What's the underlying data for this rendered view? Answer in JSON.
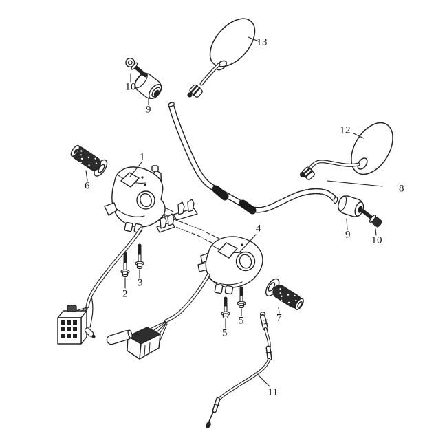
{
  "page": {
    "background": "#ffffff"
  },
  "diagram": {
    "line_color": "#222222",
    "dark_fill": "#2b2b2b",
    "callouts": [
      {
        "label": "1"
      },
      {
        "label": "2"
      },
      {
        "label": "3"
      },
      {
        "label": "4"
      },
      {
        "label": "5"
      },
      {
        "label": "5"
      },
      {
        "label": "6"
      },
      {
        "label": "7"
      },
      {
        "label": "8"
      },
      {
        "label": "9"
      },
      {
        "label": "9"
      },
      {
        "label": "10"
      },
      {
        "label": "10"
      },
      {
        "label": "11"
      },
      {
        "label": "12"
      },
      {
        "label": "13"
      }
    ]
  }
}
